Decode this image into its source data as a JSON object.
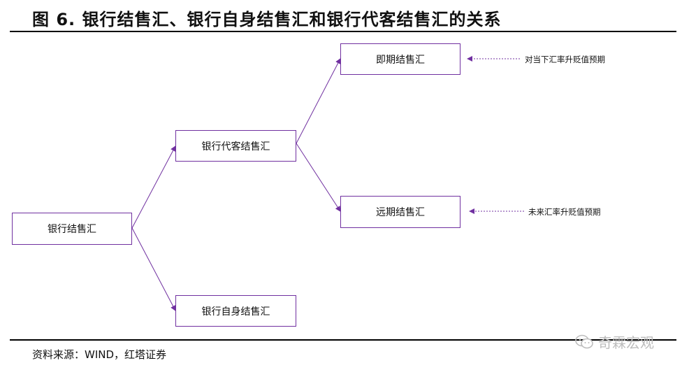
{
  "title": "图 6. 银行结售汇、银行自身结售汇和银行代客结售汇的关系",
  "nodes": {
    "root": "银行结售汇",
    "agent": "银行代客结售汇",
    "self": "银行自身结售汇",
    "spot": "即期结售汇",
    "forward": "远期结售汇"
  },
  "notes": {
    "spot": "对当下汇率升贬值预期",
    "forward": "未来汇率升贬值预期"
  },
  "source": "资料来源：WIND，红塔证券",
  "watermark": "奇霖宏观",
  "colors": {
    "line": "#7030a0",
    "dashed": "#7030a0"
  }
}
